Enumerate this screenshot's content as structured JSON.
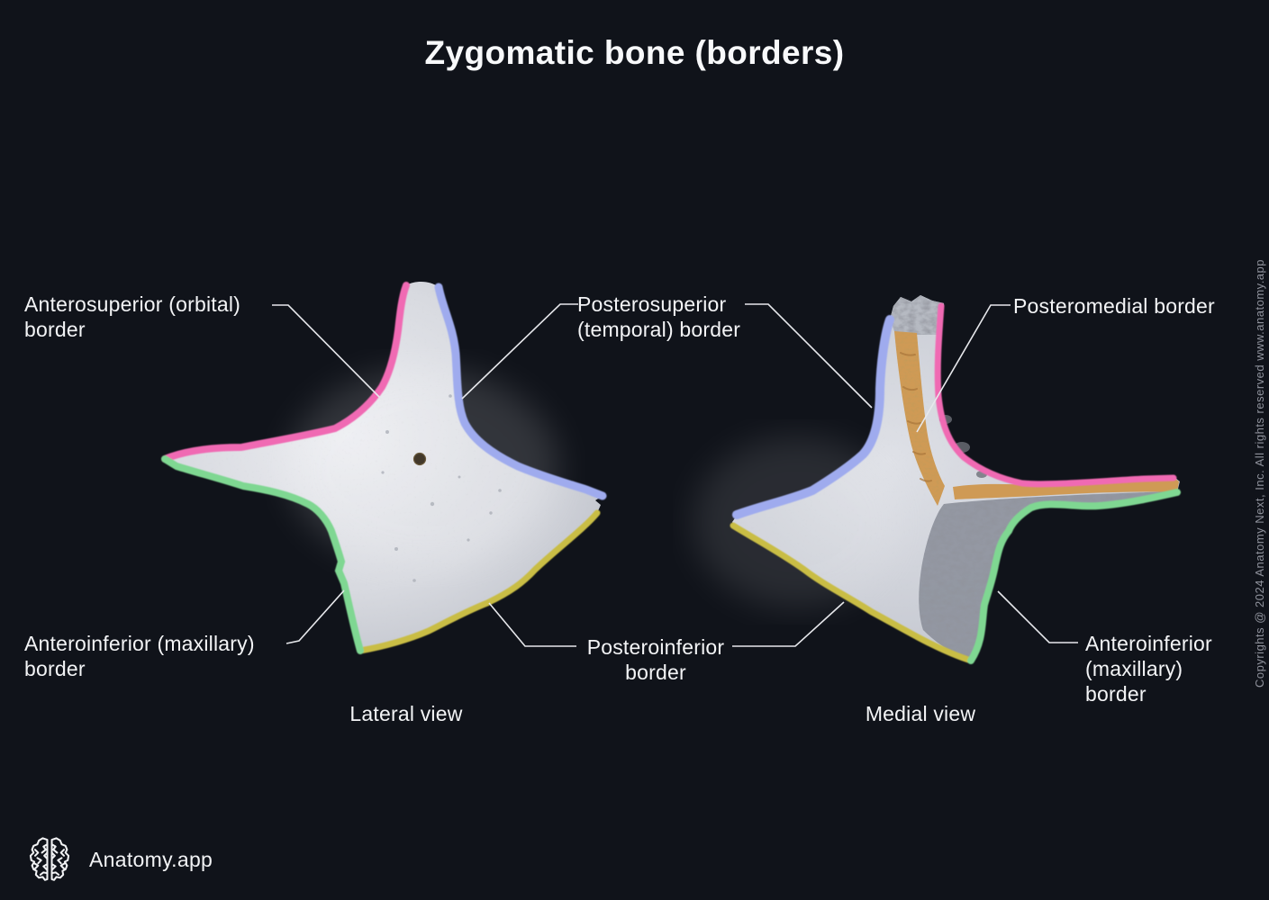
{
  "title": "Zygomatic bone (borders)",
  "annotations": [
    {
      "id": "anterosuperior-orbital-lateral",
      "lines": [
        "Anterosuperior (orbital)",
        "border"
      ]
    },
    {
      "id": "posterosuperior-temporal",
      "lines": [
        "Posterosuperior",
        "(temporal) border"
      ]
    },
    {
      "id": "posteromedial",
      "lines": [
        "Posteromedial border"
      ]
    },
    {
      "id": "anteroinferior-maxillary-lateral",
      "lines": [
        "Anteroinferior (maxillary)",
        "border"
      ]
    },
    {
      "id": "posteroinferior",
      "lines": [
        "Posteroinferior",
        "border"
      ]
    },
    {
      "id": "anteroinferior-maxillary-medial",
      "lines": [
        "Anteroinferior",
        "(maxillary)",
        "border"
      ]
    }
  ],
  "views": [
    {
      "label": "Lateral view"
    },
    {
      "label": "Medial view"
    }
  ],
  "branding": {
    "app_name": "Anatomy.app",
    "logo_icon": "brain-icon"
  },
  "watermark": "Copyrights @ 2024 Anatomy Next, Inc. All rights reserved www.anatomy.app",
  "palette": {
    "background": "#10131a",
    "label_text": "#f3f4f6",
    "leader_line": "#e7e8ec",
    "watermark_text": "#8f929c",
    "anterosuperior_orbital_border": "#f06ab3",
    "posterosuperior_temporal_border": "#9fabee",
    "anteroinferior_maxillary_border": "#7fd792",
    "posteroinferior_border": "#c9bd45",
    "posteromedial_border": "#cf9a55",
    "bone_light": "#d9dbe1",
    "bone_shadow": "#8e929d"
  }
}
